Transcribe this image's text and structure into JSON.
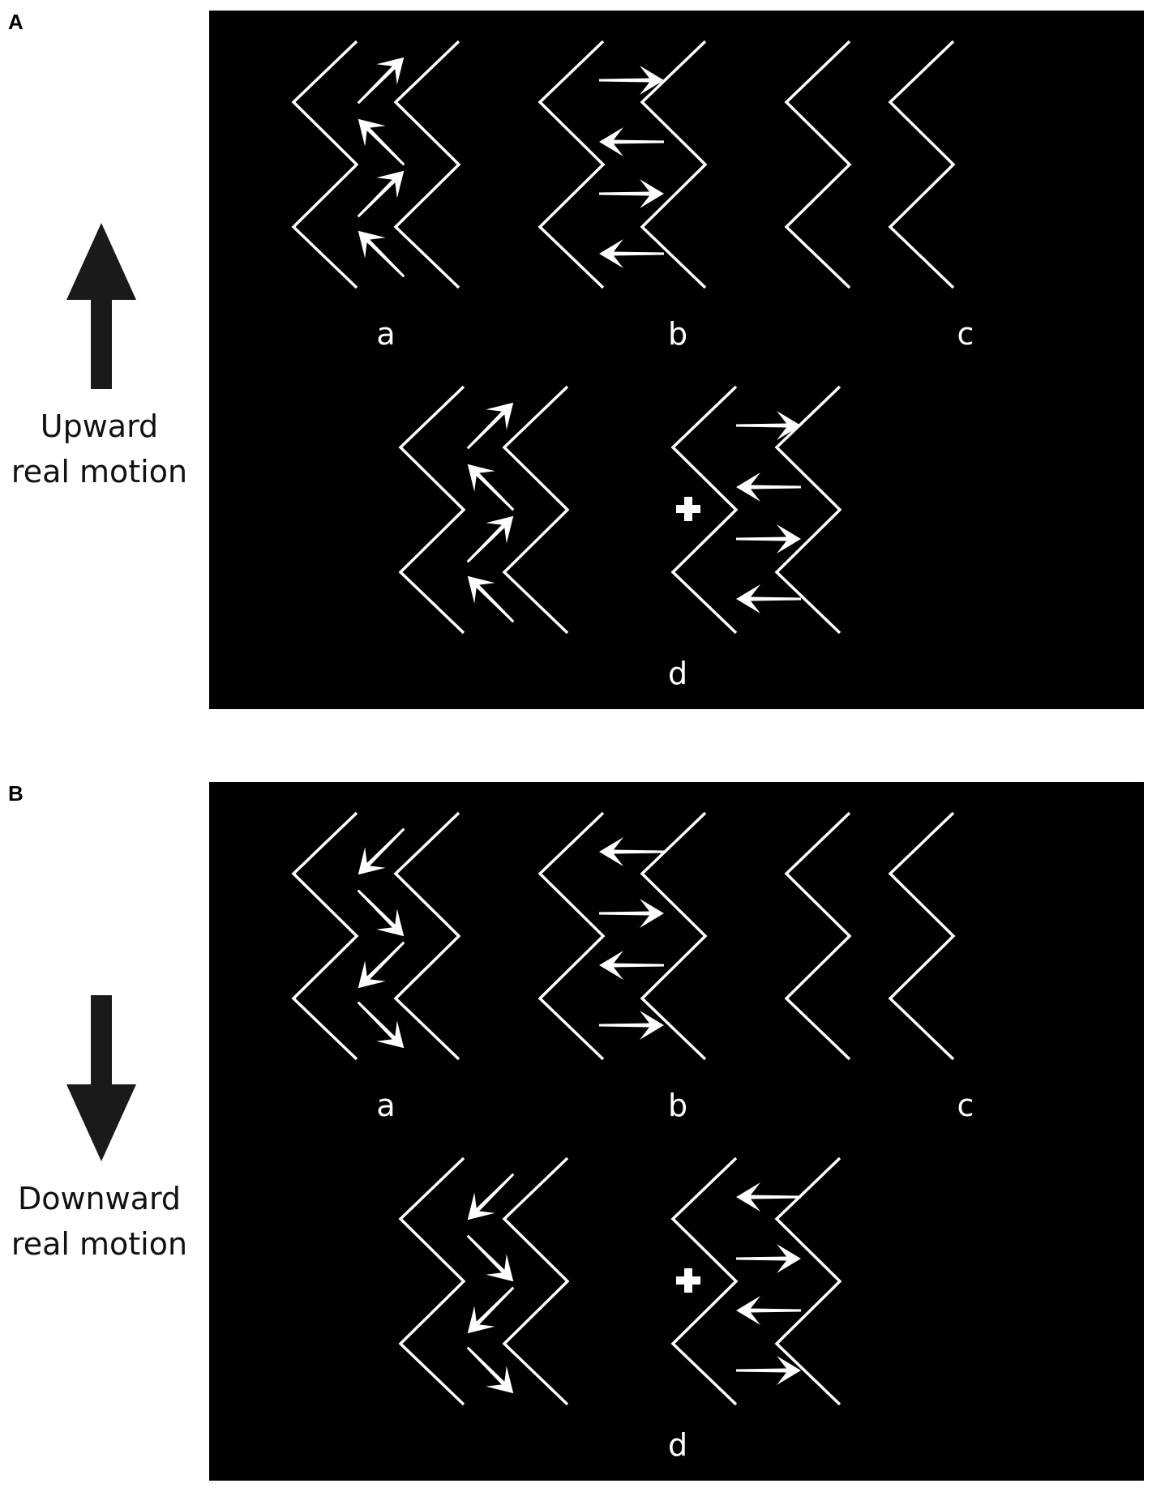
{
  "colors": {
    "background": "#ffffff",
    "stimulus_background": "#000000",
    "stimulus_foreground": "#ffffff",
    "motion_arrow": "#1a1a1a"
  },
  "panels": [
    {
      "id": "A",
      "letter": "A",
      "motion_direction": "up",
      "motion_label_line1": "Upward",
      "motion_label_line2": "real motion",
      "conditions": [
        {
          "label": "a",
          "arrow_angles": [
            -45,
            -135,
            -45,
            -135
          ]
        },
        {
          "label": "b",
          "arrow_angles": [
            0,
            180,
            0,
            180
          ]
        },
        {
          "label": "c",
          "arrow_angles": []
        }
      ],
      "combined": {
        "label": "d",
        "left_arrow_angles": [
          -45,
          -135,
          -45,
          -135
        ],
        "right_arrow_angles": [
          0,
          180,
          0,
          180
        ]
      }
    },
    {
      "id": "B",
      "letter": "B",
      "motion_direction": "down",
      "motion_label_line1": "Downward",
      "motion_label_line2": "real motion",
      "conditions": [
        {
          "label": "a",
          "arrow_angles": [
            135,
            45,
            135,
            45
          ]
        },
        {
          "label": "b",
          "arrow_angles": [
            180,
            0,
            180,
            0
          ]
        },
        {
          "label": "c",
          "arrow_angles": []
        }
      ],
      "combined": {
        "label": "d",
        "left_arrow_angles": [
          135,
          45,
          135,
          45
        ],
        "right_arrow_angles": [
          180,
          0,
          180,
          0
        ]
      }
    }
  ]
}
